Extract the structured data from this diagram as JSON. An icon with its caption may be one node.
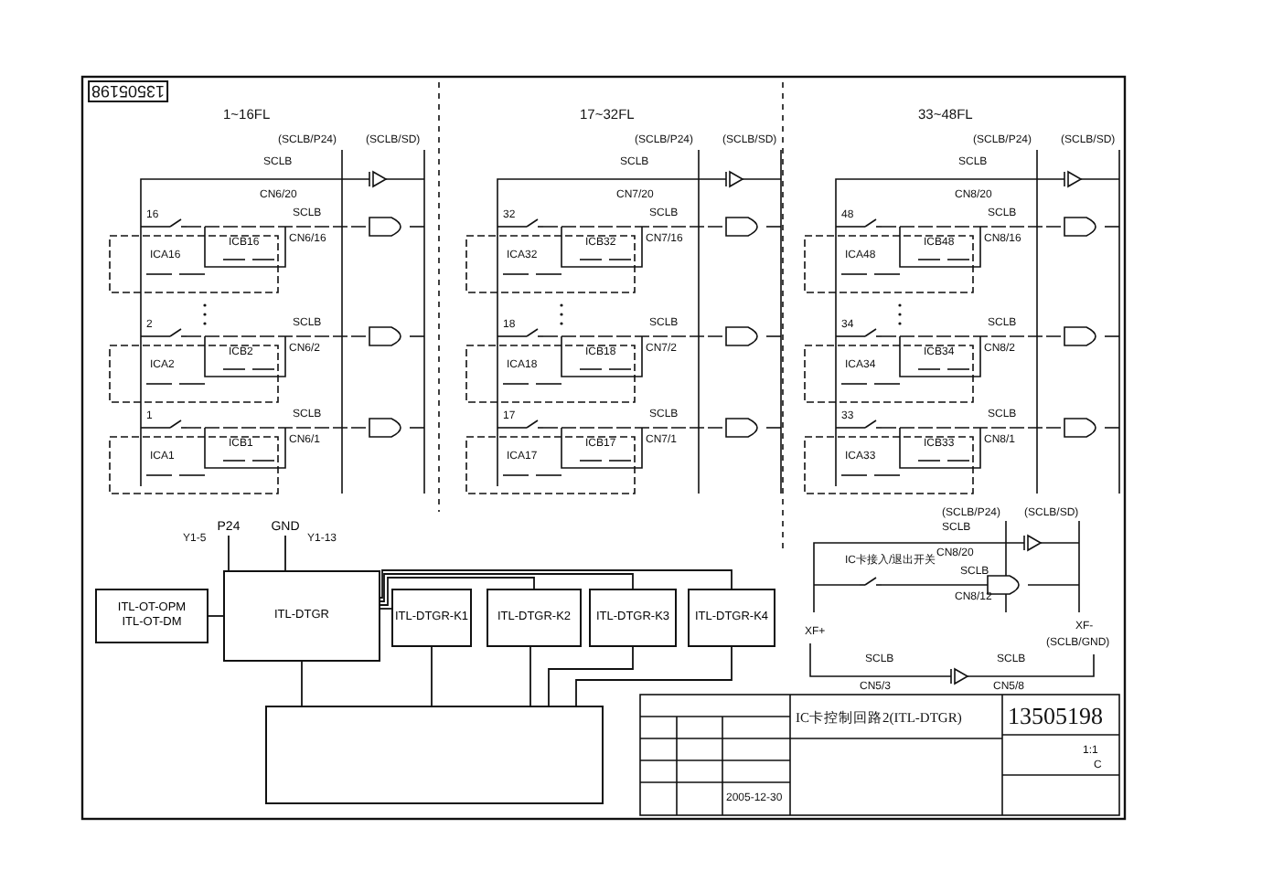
{
  "diagram": {
    "title": "IC卡控制回路2(ITL-DTGR)",
    "nodes": [
      {
        "text": [
          "ITL-OT-OPM",
          "ITL-OT-DM"
        ]
      },
      {
        "text": [
          "ITL-DTGR"
        ]
      },
      {
        "text": [
          "ITL-DTGR-K1"
        ]
      },
      {
        "text": [
          "ITL-DTGR-K2"
        ]
      },
      {
        "text": [
          "ITL-DTGR-K3"
        ]
      },
      {
        "text": [
          "ITL-DTGR-K4"
        ]
      },
      {
        "text": [],
        "shape": "box"
      },
      {
        "text": [
          "P24"
        ],
        "beside": [
          "Y1-5"
        ]
      },
      {
        "text": [
          "GND"
        ],
        "beside": [
          "Y1-13"
        ]
      }
    ],
    "edges": [
      {
        "from": 7,
        "to": 1,
        "arrow": "none"
      },
      {
        "from": 8,
        "to": 1,
        "arrow": "none"
      },
      {
        "from": 0,
        "to": 1,
        "arrow": "none"
      },
      {
        "from": 1,
        "to": 2,
        "arrow": "none"
      },
      {
        "from": 1,
        "to": 3,
        "arrow": "none"
      },
      {
        "from": 1,
        "to": 4,
        "arrow": "none"
      },
      {
        "from": 1,
        "to": 5,
        "arrow": "none"
      },
      {
        "from": 1,
        "to": 6,
        "arrow": "none"
      },
      {
        "from": 2,
        "to": 6,
        "arrow": "none"
      },
      {
        "from": 3,
        "to": 6,
        "arrow": "none"
      },
      {
        "from": 4,
        "to": 6,
        "arrow": "none"
      },
      {
        "from": 5,
        "to": 6,
        "arrow": "none"
      }
    ],
    "labels": [
      "13505198",
      "1~16FL",
      "(SCLB/P24)",
      "(SCLB/SD)",
      "SCLB",
      "CN6/20",
      "16",
      "SCLB",
      "CN6/16",
      "ICB16",
      "ICA16",
      "2",
      "SCLB",
      "CN6/2",
      "ICB2",
      "ICA2",
      "1",
      "SCLB",
      "CN6/1",
      "ICB1",
      "ICA1",
      "17~32FL",
      "(SCLB/P24)",
      "(SCLB/SD)",
      "SCLB",
      "CN7/20",
      "32",
      "SCLB",
      "CN7/16",
      "ICB32",
      "ICA32",
      "18",
      "SCLB",
      "CN7/2",
      "ICB18",
      "ICA18",
      "17",
      "SCLB",
      "CN7/1",
      "ICB17",
      "ICA17",
      "33~48FL",
      "(SCLB/P24)",
      "(SCLB/SD)",
      "SCLB",
      "CN8/20",
      "48",
      "SCLB",
      "CN8/16",
      "ICB48",
      "ICA48",
      "34",
      "SCLB",
      "CN8/2",
      "ICB34",
      "ICA34",
      "33",
      "SCLB",
      "CN8/1",
      "ICB33",
      "ICA33",
      "(SCLB/P24)",
      "(SCLB/SD)",
      "SCLB",
      "CN8/20",
      "IC卡接入/退出开关",
      "SCLB",
      "CN8/12",
      "XF+",
      "XF-",
      "(SCLB/GND)",
      "SCLB",
      "CN5/3",
      "SCLB",
      "CN5/8",
      "13505198",
      "2005-12-30",
      "1:1",
      "C"
    ]
  }
}
